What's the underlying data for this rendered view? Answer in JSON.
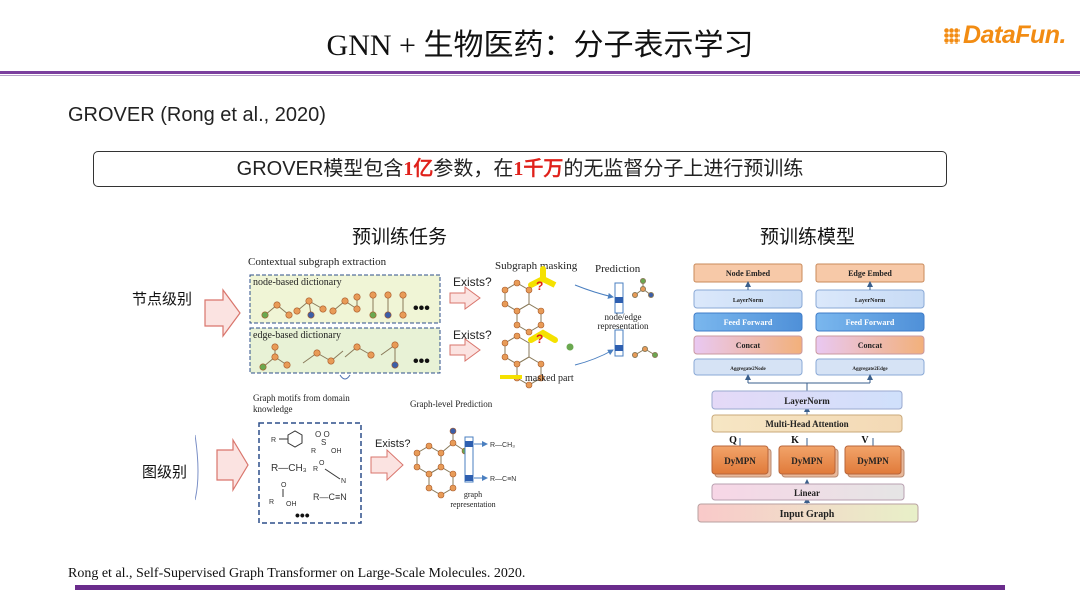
{
  "header": {
    "title": "GNN + 生物医药：分子表示学习",
    "logo_text": "DataFun."
  },
  "subtitle": "GROVER (Rong et al., 2020)",
  "banner": {
    "part1": "GROVER模型包含",
    "hl1": "1亿",
    "part2": "参数，在",
    "hl2": "1千万",
    "part3": "的无监督分子上进行预训练"
  },
  "pretrain_tasks": {
    "title": "预训练任务",
    "row_node": "节点级别",
    "row_graph": "图级别",
    "contextual_label": "Contextual subgraph  extraction",
    "node_dict": "node-based dictionary",
    "edge_dict": "edge-based dictionary",
    "exists": "Exists?",
    "subgraph_masking": "Subgraph  masking",
    "prediction": "Prediction",
    "node_edge_rep": "node/edge representation",
    "masked_part": "masked part",
    "motifs_label": "Graph motifs from domain knowledge",
    "graph_level_pred": "Graph-level Prediction",
    "graph_rep": "graph representation",
    "motifs": [
      "R—CH₃",
      "R—C≡N"
    ],
    "pred_labels": [
      "R—CH₃",
      "R—C≡N"
    ]
  },
  "pretrain_model": {
    "title": "预训练模型",
    "node_branch": [
      "Node Embed",
      "LayerNorm",
      "Feed Forward",
      "Concat",
      "Aggregate2Node"
    ],
    "edge_branch": [
      "Edge Embed",
      "LayerNorm",
      "Feed Forward",
      "Concat",
      "Aggregate2Edge"
    ],
    "layernorm": "LayerNorm",
    "mha": "Multi-Head Attention",
    "qkv": [
      "Q",
      "K",
      "V"
    ],
    "dympn": [
      "DyMPN",
      "DyMPN",
      "DyMPN"
    ],
    "linear": "Linear",
    "input_graph": "Input Graph"
  },
  "citation": "Rong et al., Self-Supervised Graph Transformer on Large-Scale Molecules. 2020."
}
